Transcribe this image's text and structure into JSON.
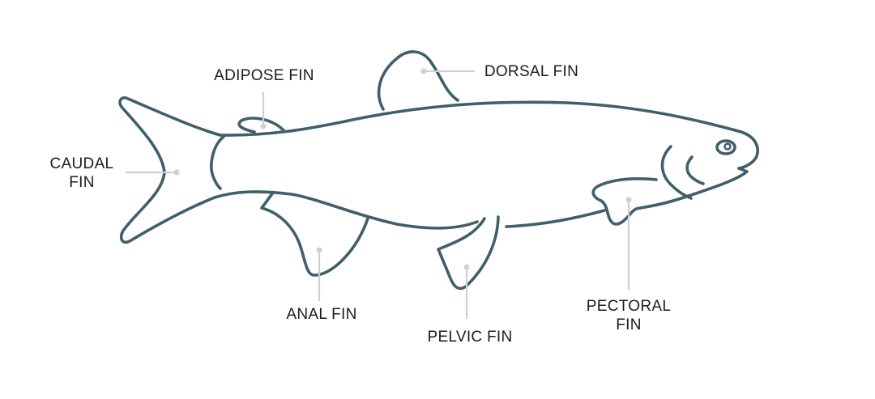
{
  "diagram": {
    "title": "",
    "colors": {
      "outline": "#3f5f6b",
      "leader": "#d0d0d0",
      "text": "#1c1c1c",
      "background": "#ffffff"
    },
    "labels": [
      {
        "id": "caudal",
        "lines": [
          "CAUDAL",
          "FIN"
        ]
      },
      {
        "id": "adipose",
        "lines": [
          "ADIPOSE FIN"
        ]
      },
      {
        "id": "dorsal",
        "lines": [
          "DORSAL FIN"
        ]
      },
      {
        "id": "anal",
        "lines": [
          "ANAL FIN"
        ]
      },
      {
        "id": "pelvic",
        "lines": [
          "PELVIC FIN"
        ]
      },
      {
        "id": "pectoral",
        "lines": [
          "PECTORAL",
          "FIN"
        ]
      }
    ]
  }
}
